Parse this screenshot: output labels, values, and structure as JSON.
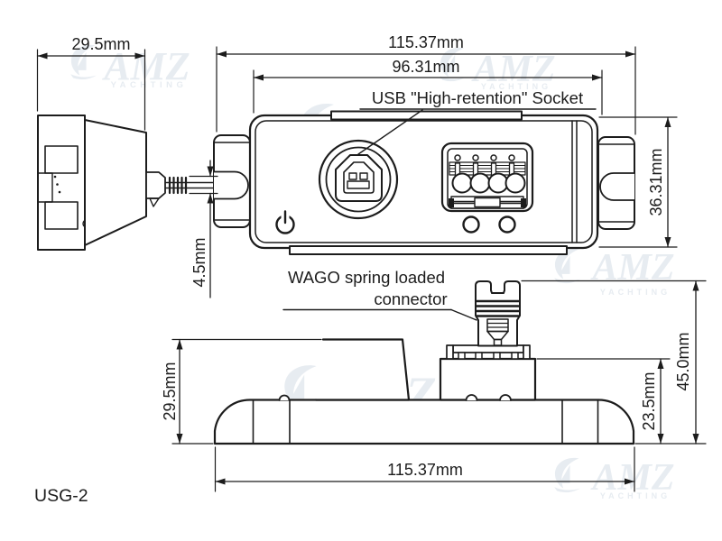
{
  "product": {
    "model": "USG-2"
  },
  "labels": {
    "usb_socket": "USB \"High-retention\" Socket",
    "wago_line1": "WAGO spring loaded",
    "wago_line2": "connector"
  },
  "dimensions": {
    "plug_width": "29.5mm",
    "overall_width": "115.37mm",
    "body_width": "96.31mm",
    "body_height": "36.31mm",
    "cable_diameter": "4.5mm",
    "base_height": "29.5mm",
    "terminal_height": "23.5mm",
    "overall_height": "45.0mm",
    "base_width": "115.37mm"
  },
  "watermark": {
    "brand": "AMZ",
    "sub": "YACHTING",
    "color": "#e7ecf1"
  },
  "drawing": {
    "line_color": "#1c1c1c",
    "background": "#ffffff"
  }
}
